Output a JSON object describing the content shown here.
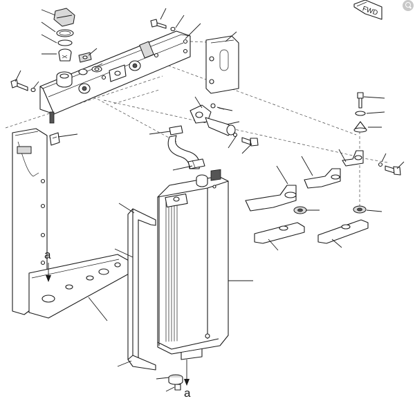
{
  "diagram": {
    "fwd_tag": "FWD",
    "marker_top": "a",
    "marker_bottom": "a"
  },
  "toolbar": {
    "icon": "search-icon"
  }
}
